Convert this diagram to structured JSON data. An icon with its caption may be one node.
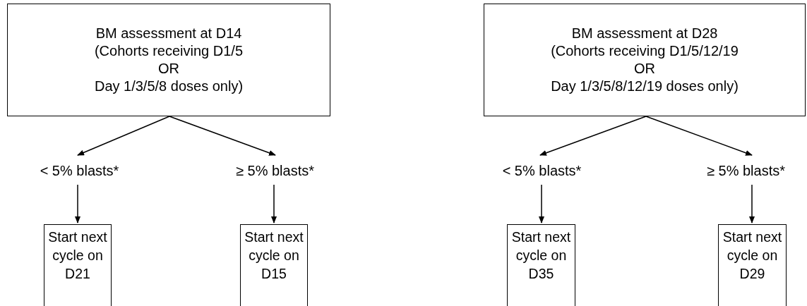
{
  "diagram": {
    "nodes": [
      {
        "text": [
          "BM assessment at D14",
          "(Cohorts receiving D1/5",
          "OR",
          "Day 1/3/5/8 doses only)"
        ]
      },
      {
        "text": [
          "< 5% blasts*"
        ]
      },
      {
        "text": [
          "≥ 5% blasts*"
        ]
      },
      {
        "text": [
          "Start next cycle on D21"
        ]
      },
      {
        "text": [
          "Start next cycle on D15"
        ]
      },
      {
        "text": [
          "BM assessment at D28",
          "(Cohorts receiving D1/5/12/19",
          "OR",
          "Day 1/3/5/8/12/19 doses only)"
        ]
      },
      {
        "text": [
          "< 5% blasts*"
        ]
      },
      {
        "text": [
          "≥ 5% blasts*"
        ]
      },
      {
        "text": [
          "Start next cycle on D35"
        ]
      },
      {
        "text": [
          "Start next cycle on D29"
        ]
      }
    ],
    "edges": [
      {
        "from": 0,
        "to": 1,
        "arrow": "to"
      },
      {
        "from": 0,
        "to": 2,
        "arrow": "to"
      },
      {
        "from": 1,
        "to": 3,
        "arrow": "to"
      },
      {
        "from": 2,
        "to": 4,
        "arrow": "to"
      },
      {
        "from": 5,
        "to": 6,
        "arrow": "to"
      },
      {
        "from": 5,
        "to": 7,
        "arrow": "to"
      },
      {
        "from": 6,
        "to": 8,
        "arrow": "to"
      },
      {
        "from": 7,
        "to": 9,
        "arrow": "to"
      }
    ]
  }
}
